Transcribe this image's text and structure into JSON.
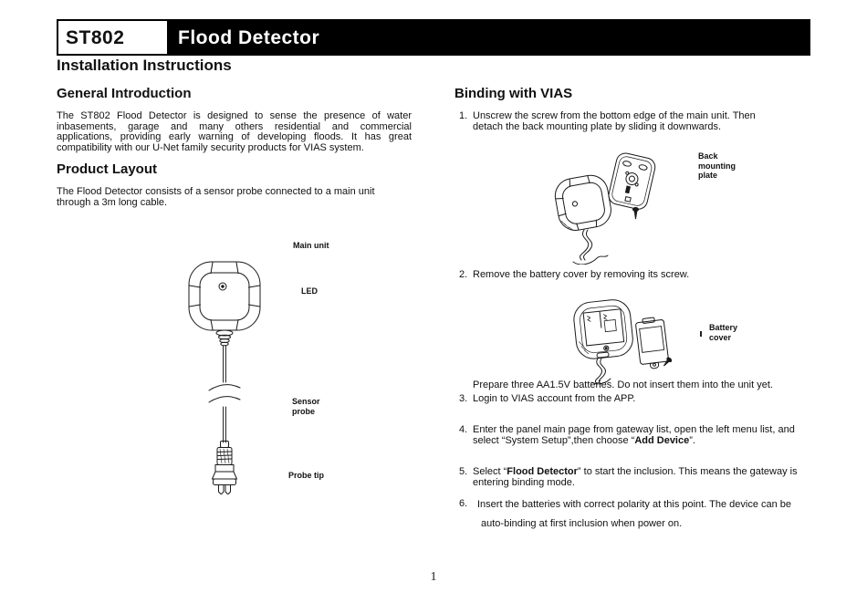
{
  "header": {
    "model": "ST802",
    "product": "Flood Detector",
    "doc_title": "Installation Instructions"
  },
  "colors": {
    "header_bar_bg": "#000000",
    "header_bar_text": "#ffffff",
    "ink": "#111111"
  },
  "general_introduction": {
    "heading": "General Introduction",
    "lines": [
      "The ST802 Flood Detector is designed to sense the presence of water",
      "inbasements, garage and many others residential and commercial",
      "applications, providing early warning of developing floods. It has great",
      "compatibility with our U-Net family security products for VIAS system."
    ]
  },
  "product_layout": {
    "heading": "Product Layout",
    "lines": [
      "The Flood Detector consists of a sensor probe connected to a main unit",
      "through a 3m long cable."
    ],
    "labels": {
      "main_unit": "Main unit",
      "led": "LED",
      "sensor_probe": "Sensor\nprobe",
      "probe_tip": "Probe tip"
    }
  },
  "binding": {
    "heading": "Binding with VIAS",
    "step1": {
      "num": "1.",
      "line1": "Unscrew the screw from the bottom edge of the main unit. Then",
      "line2": "detach the back mounting plate by sliding it downwards."
    },
    "step2": {
      "num": "2.",
      "line1": "Remove the battery cover by removing its screw."
    },
    "battery_note": "Prepare three AA1.5V batteries. Do not insert them into the unit yet.",
    "step3": {
      "num": "3.",
      "line1": "Login to VIAS account from the APP."
    },
    "step4": {
      "num": "4.",
      "line1": "Enter the panel main page from gateway list, open the left menu list, and",
      "line2_pre": "select “System Setup”,then choose “",
      "line2_bold": "Add Device",
      "line2_post": "”."
    },
    "step5": {
      "num": "5.",
      "line1_pre": "Select “",
      "line1_bold": "Flood Detector",
      "line1_post": "” to start the inclusion. This means the gateway is",
      "line2": "entering binding mode."
    },
    "step6": {
      "num": "6.",
      "line1": "Insert the batteries with correct polarity at this point. The device can be",
      "line2": "auto-binding at first inclusion when power on."
    },
    "labels": {
      "back_mounting_plate": "Back\nmounting\nplate",
      "battery_cover": "Battery\ncover"
    }
  },
  "footer": {
    "page_number": "1"
  }
}
